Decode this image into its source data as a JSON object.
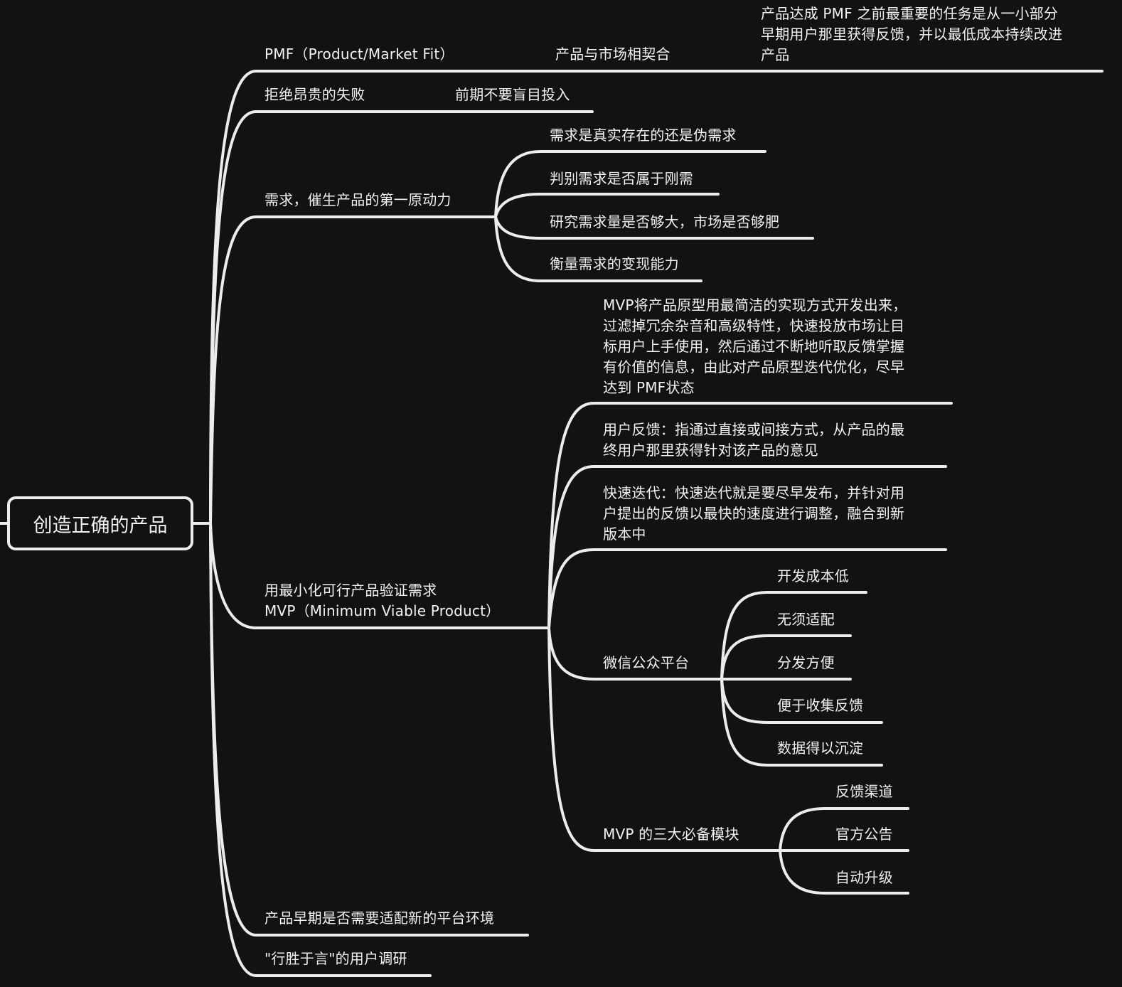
{
  "root": {
    "label": "创造正确的产品"
  },
  "branches": [
    {
      "label": "PMF（Product/Market Fit）",
      "children": [
        {
          "label": "产品与市场相契合",
          "children": [
            {
              "label": "产品达成 PMF 之前最重要的任务是从一小部分\n早期用户那里获得反馈，并以最低成本持续改进\n产品"
            }
          ]
        }
      ]
    },
    {
      "label": "拒绝昂贵的失败",
      "children": [
        {
          "label": "前期不要盲目投入"
        }
      ]
    },
    {
      "label": "需求，催生产品的第一原动力",
      "children": [
        {
          "label": "需求是真实存在的还是伪需求"
        },
        {
          "label": "判别需求是否属于刚需"
        },
        {
          "label": "研究需求量是否够大，市场是否够肥"
        },
        {
          "label": "衡量需求的变现能力"
        }
      ]
    },
    {
      "label": "用最小化可行产品验证需求\nMVP（Minimum Viable Product）",
      "children": [
        {
          "label": "MVP将产品原型用最简洁的实现方式开发出来，\n过滤掉冗余杂音和高级特性，快速投放市场让目\n标用户上手使用，然后通过不断地听取反馈掌握\n有价值的信息，由此对产品原型迭代优化，尽早\n达到 PMF状态"
        },
        {
          "label": "用户反馈：指通过直接或间接方式，从产品的最\n终用户那里获得针对该产品的意见"
        },
        {
          "label": "快速迭代：快速迭代就是要尽早发布，并针对用\n户提出的反馈以最快的速度进行调整，融合到新\n版本中"
        },
        {
          "label": "微信公众平台",
          "children": [
            {
              "label": "开发成本低"
            },
            {
              "label": "无须适配"
            },
            {
              "label": "分发方便"
            },
            {
              "label": "便于收集反馈"
            },
            {
              "label": "数据得以沉淀"
            }
          ]
        },
        {
          "label": "MVP 的三大必备模块",
          "children": [
            {
              "label": "反馈渠道"
            },
            {
              "label": "官方公告"
            },
            {
              "label": "自动升级"
            }
          ]
        }
      ]
    },
    {
      "label": "产品早期是否需要适配新的平台环境"
    },
    {
      "label": "\"行胜于言\"的用户调研"
    }
  ],
  "colors": {
    "background": "#121212",
    "line": "#ececec",
    "text": "#f2f2f2"
  }
}
